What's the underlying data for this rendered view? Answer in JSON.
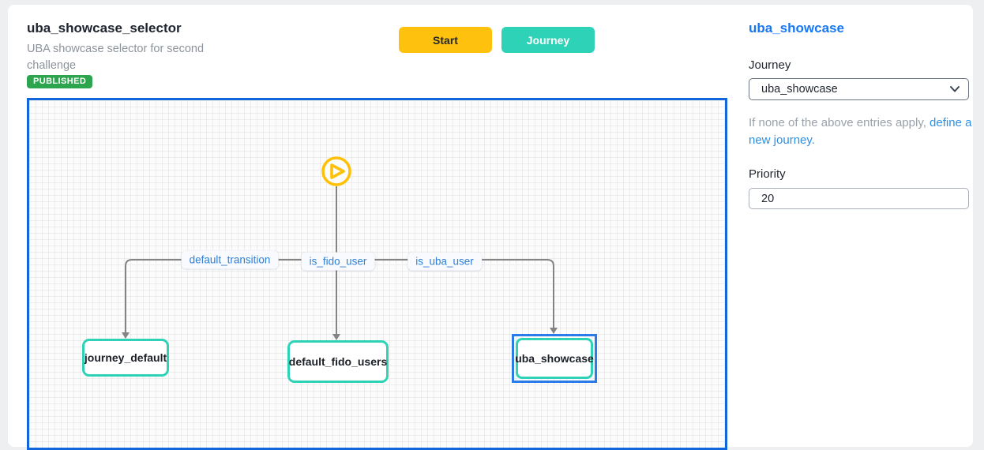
{
  "header": {
    "title": "uba_showcase_selector",
    "subtitle": "UBA showcase selector for second challenge",
    "status_badge": "PUBLISHED",
    "start_button_label": "Start",
    "journey_button_label": "Journey"
  },
  "flow": {
    "start_icon": "play-icon",
    "edges": [
      {
        "label": "default_transition",
        "from": "start",
        "to": "journey_default"
      },
      {
        "label": "is_fido_user",
        "from": "start",
        "to": "default_fido_users"
      },
      {
        "label": "is_uba_user",
        "from": "start",
        "to": "uba_showcase"
      }
    ],
    "nodes": [
      {
        "label": "journey_default",
        "selected": false
      },
      {
        "label": "default_fido_users",
        "selected": false
      },
      {
        "label": "uba_showcase",
        "selected": true
      }
    ]
  },
  "panel": {
    "title": "uba_showcase",
    "journey_field": {
      "label": "Journey",
      "selected_option": "uba_showcase"
    },
    "helper_text_prefix": "If none of the above entries apply, ",
    "helper_link_text": "define a new journey.",
    "priority_field": {
      "label": "Priority",
      "value": "20"
    }
  },
  "colors": {
    "accent_yellow": "#FDC10E",
    "accent_teal": "#2ED3B7",
    "badge_green": "#2DA44E",
    "canvas_border_blue": "#1266DB",
    "selection_blue": "#2B7CE9",
    "panel_title_blue": "#1877F2",
    "link_blue": "#2E90E5",
    "edge_label_blue": "#2F80D8",
    "edge_line_gray": "#848484"
  }
}
